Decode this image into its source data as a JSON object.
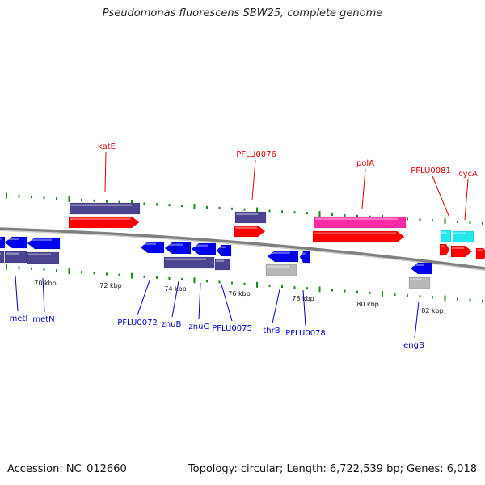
{
  "title": "Pseudomonas fluorescens SBW25, complete genome",
  "footer": {
    "accession": "Accession: NC_012660",
    "summary": "Topology: circular; Length: 6,722,539 bp; Genes: 6,018"
  },
  "colors": {
    "forward_label": "#e00000",
    "reverse_label": "#0000c0",
    "forward_gene": "#ff0000",
    "reverse_gene": "#0000ee",
    "cds_product": "#4b4490",
    "rrna_like": "#ff2aa6",
    "trna_like": "#22e8ee",
    "pseudo": "#b8b8b8",
    "tick": "#1a8a1a",
    "backbone": "#808080"
  },
  "scale": {
    "unit": "kbp",
    "ticks": [
      {
        "label": "70 kbp",
        "side": "bottom"
      },
      {
        "label": "72 kbp",
        "side": "bottom"
      },
      {
        "label": "74 kbp",
        "side": "bottom"
      },
      {
        "label": "76 kbp",
        "side": "bottom"
      },
      {
        "label": "78 kbp",
        "side": "bottom"
      },
      {
        "label": "80 kbp",
        "side": "bottom"
      },
      {
        "label": "82 kbp",
        "side": "bottom"
      }
    ]
  },
  "labels": {
    "forward": [
      "katE",
      "PFLU0076",
      "polA",
      "PFLU0081",
      "cycA"
    ],
    "reverse": [
      "metI",
      "metN",
      "PFLU0072",
      "znuB",
      "znuC",
      "PFLU0075",
      "thrB",
      "PFLU0078",
      "engB"
    ]
  }
}
